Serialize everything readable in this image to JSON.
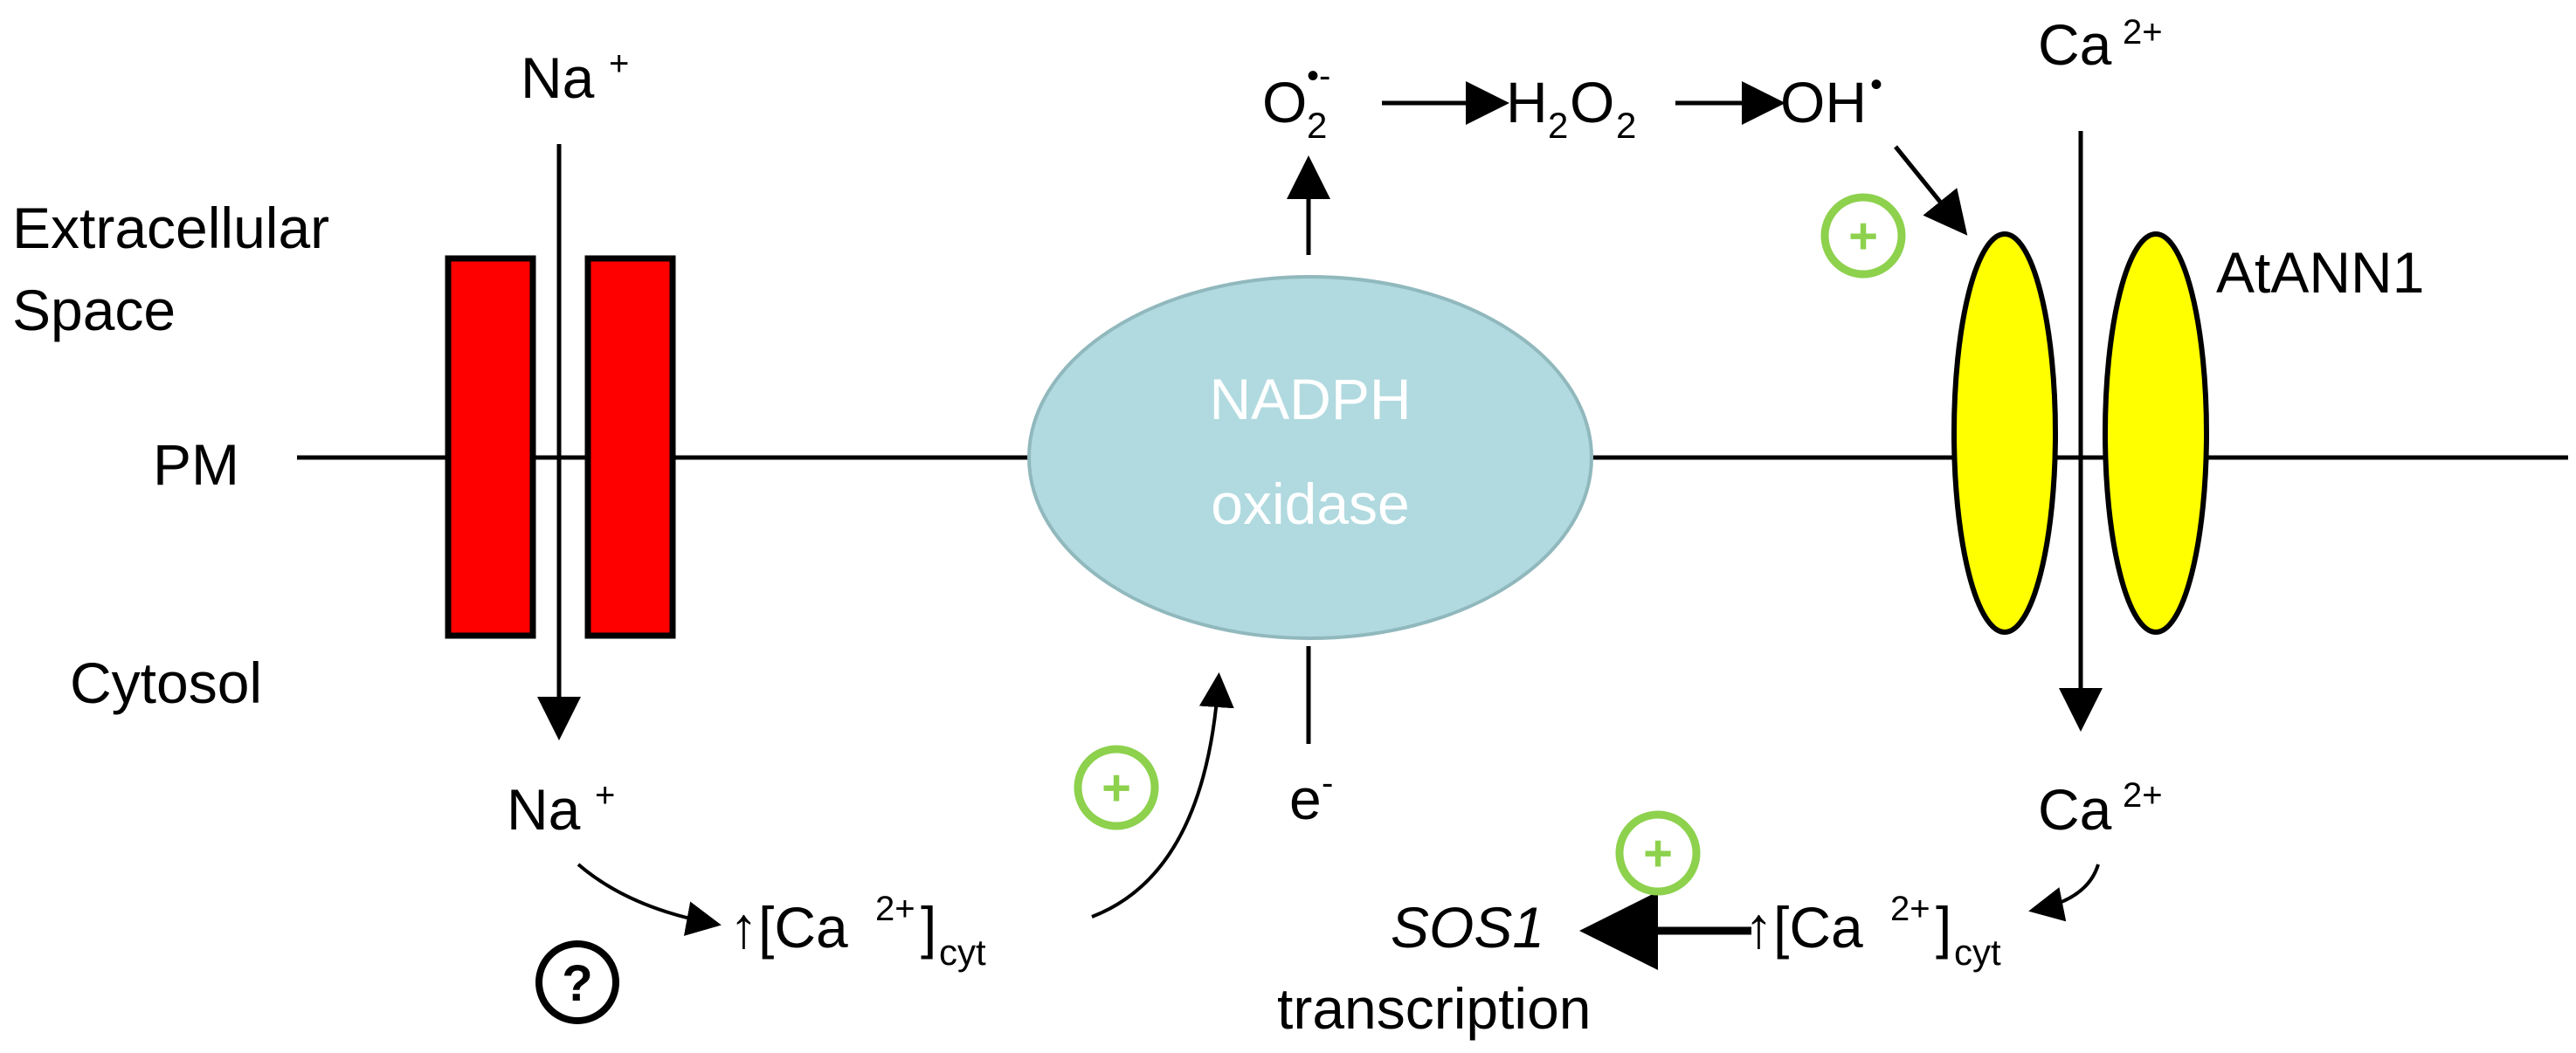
{
  "labels": {
    "extracellular_line1": "Extracellular",
    "extracellular_line2": "Space",
    "pm": "PM",
    "cytosol": "Cytosol",
    "na_top": "Na",
    "na_top_sup": "+",
    "na_bottom": "Na",
    "na_bottom_sup": "+",
    "question": "?",
    "e_minus": "e",
    "e_minus_sup": "-",
    "nadph_line1": "NADPH",
    "nadph_line2": "oxidase",
    "o2": "O",
    "o2_sub": "2",
    "o2_sup": "•-",
    "h2o2_h": "H",
    "h2o2_sub1": "2",
    "h2o2_o": "O",
    "h2o2_sub2": "2",
    "oh": "OH",
    "oh_sup": "•",
    "ca_top": "Ca",
    "ca_top_sup": "2+",
    "ca_bottom": "Ca",
    "ca_bottom_sup": "2+",
    "atann1": "AtANN1",
    "cyt_left_prefix": "↑[Ca",
    "cyt_left_sup": "2+",
    "cyt_left_close": "]",
    "cyt_left_sub": "cyt",
    "cyt_right_prefix": "↑[Ca",
    "cyt_right_sup": "2+",
    "cyt_right_close": "]",
    "cyt_right_sub": "cyt",
    "sos1": "SOS1",
    "transcription": "transcription",
    "plus": "+"
  },
  "colors": {
    "channel_red": "#ff0000",
    "nadph_fill": "#b0dadf",
    "nadph_text": "#ffffff",
    "annexin_yellow": "#ffff00",
    "plus_green": "#8dd14d"
  }
}
